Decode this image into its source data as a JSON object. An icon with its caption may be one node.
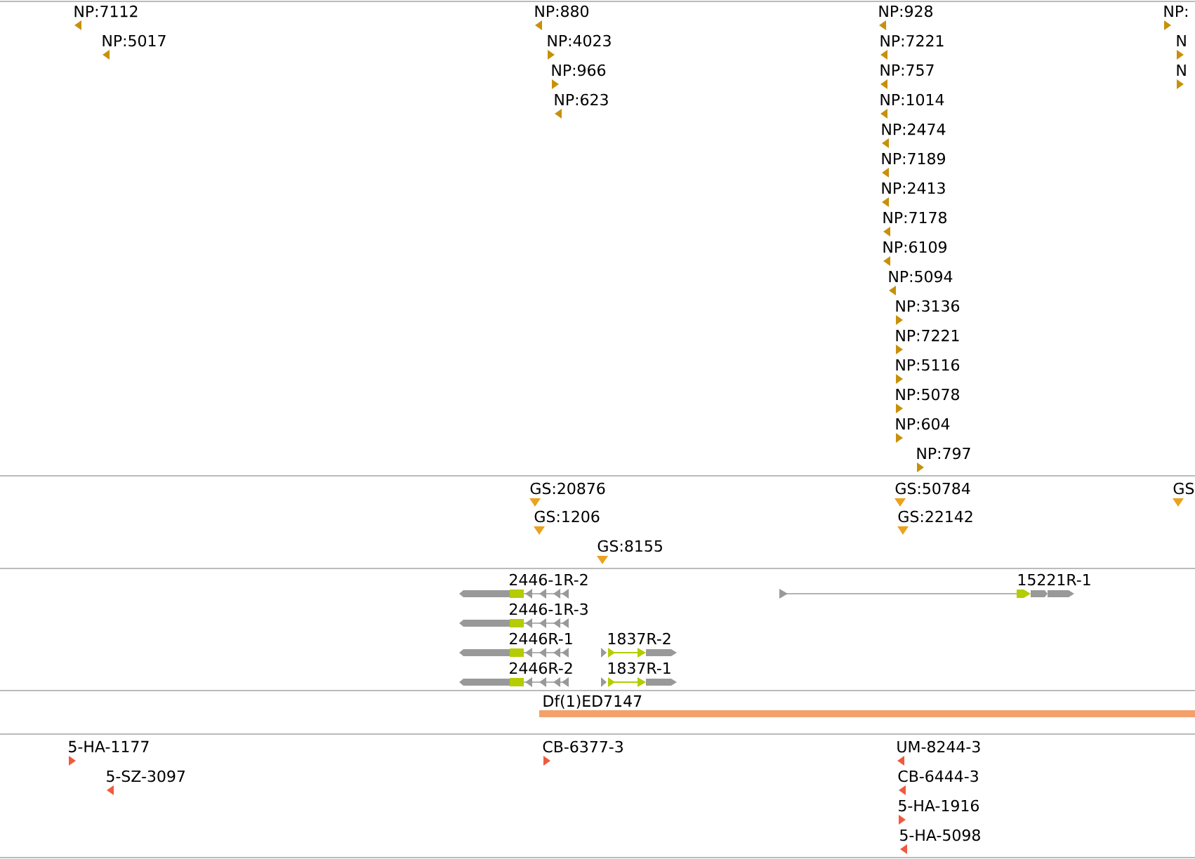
{
  "diagram": {
    "labels": [
      "NP:7112",
      "NP:5017",
      "NP:880",
      "NP:4023",
      "NP:966",
      "NP:623",
      "NP:928",
      "NP:7221",
      "NP:757",
      "NP:1014",
      "NP:2474",
      "NP:7189",
      "NP:2413",
      "NP:7178",
      "NP:6109",
      "NP:5094",
      "NP:3136",
      "NP:7221",
      "NP:5116",
      "NP:5078",
      "NP:604",
      "NP:797",
      "NP:",
      "N",
      "N",
      "GS:20876",
      "GS:1206",
      "GS:8155",
      "GS:50784",
      "GS:22142",
      "GS",
      "2446-1R-2",
      "15221R-1",
      "2446-1R-3",
      "2446R-1",
      "1837R-2",
      "2446R-2",
      "1837R-1",
      "Df(1)ED7147",
      "5-HA-1177",
      "CB-6377-3",
      "UM-8244-3",
      "5-SZ-3097",
      "CB-6444-3",
      "5-HA-1916",
      "5-HA-5098"
    ]
  }
}
